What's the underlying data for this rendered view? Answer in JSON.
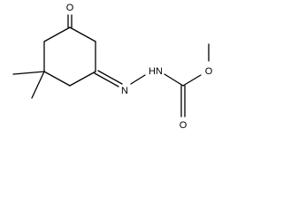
{
  "molecule": {
    "atoms": {
      "ketone_oxygen": "O",
      "imine_nitrogen": "N",
      "amine_nitrogen": "N",
      "amine_hydrogen": "H",
      "carbonyl_oxygen": "O",
      "ester_oxygen": "O"
    }
  }
}
